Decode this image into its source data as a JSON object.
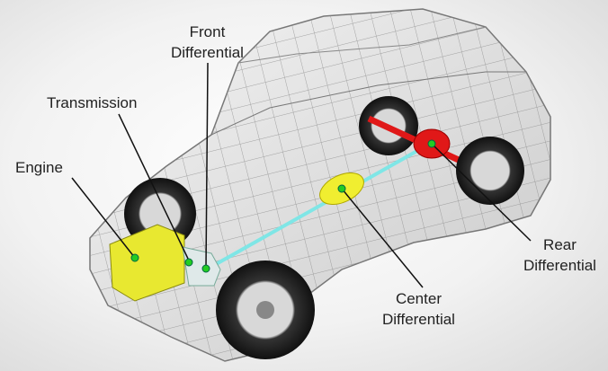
{
  "labels": {
    "front_differential": [
      "Front",
      "Differential"
    ],
    "transmission": "Transmission",
    "engine": "Engine",
    "rear_differential": [
      "Rear",
      "Differential"
    ],
    "center_differential": [
      "Center",
      "Differential"
    ]
  },
  "colors": {
    "engine": "#e8e830",
    "center_differential": "#f0ee30",
    "rear_differential": "#e01818",
    "drive_shaft": "#7fe6e6",
    "marker": "#22cc22",
    "mesh": "#8a8a8a"
  }
}
